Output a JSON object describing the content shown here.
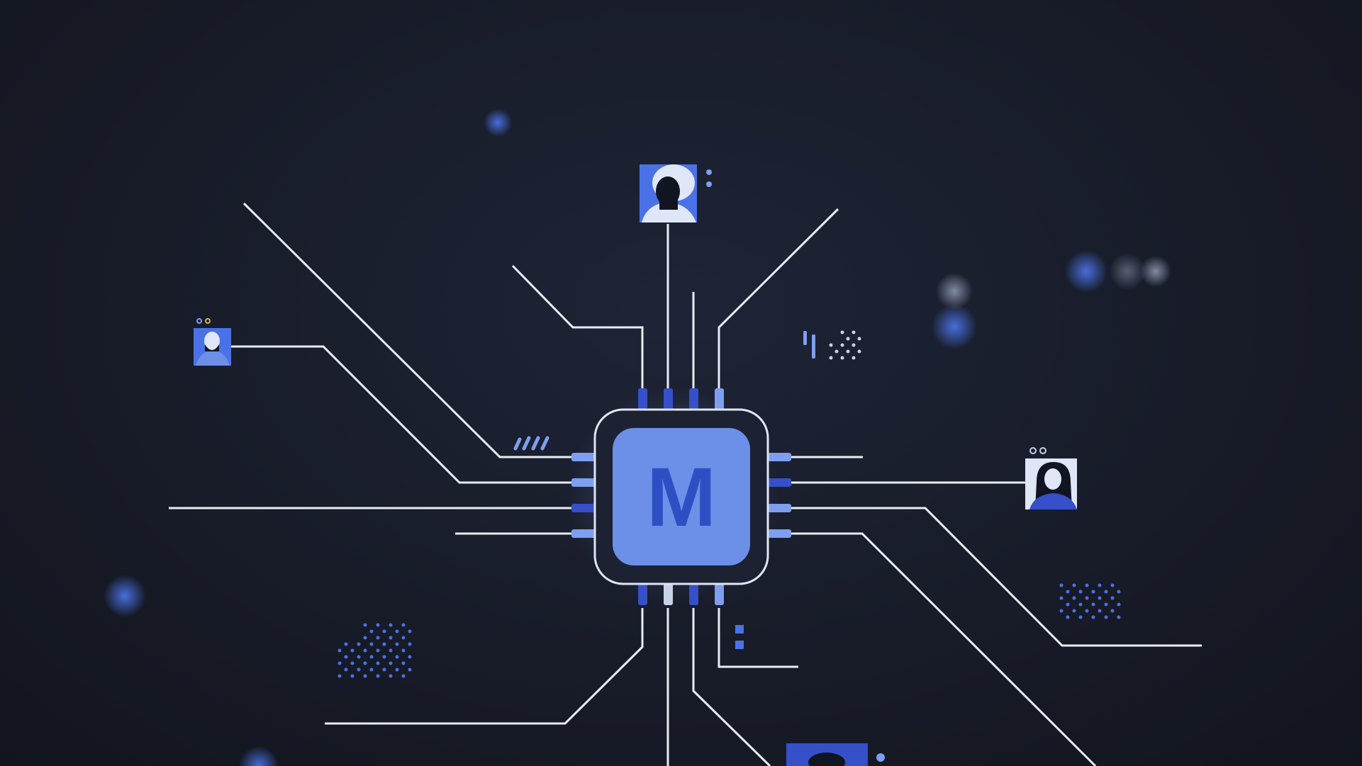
{
  "illustration": {
    "chip_letter": "M",
    "colors": {
      "background": "#181c29",
      "trace": "#e8ecf4",
      "chip_frame": "#1d2233",
      "chip_core": "#6c8fe8",
      "letter": "#2e4fc4",
      "pin_light": "#7e9ff0",
      "pin_dark": "#3550c8",
      "accent": "#4a72e6"
    },
    "avatars": [
      {
        "name": "avatar-top",
        "icon": "person-icon"
      },
      {
        "name": "avatar-left",
        "icon": "person-icon"
      },
      {
        "name": "avatar-right",
        "icon": "person-icon"
      },
      {
        "name": "avatar-bottom",
        "icon": "person-icon"
      }
    ]
  }
}
